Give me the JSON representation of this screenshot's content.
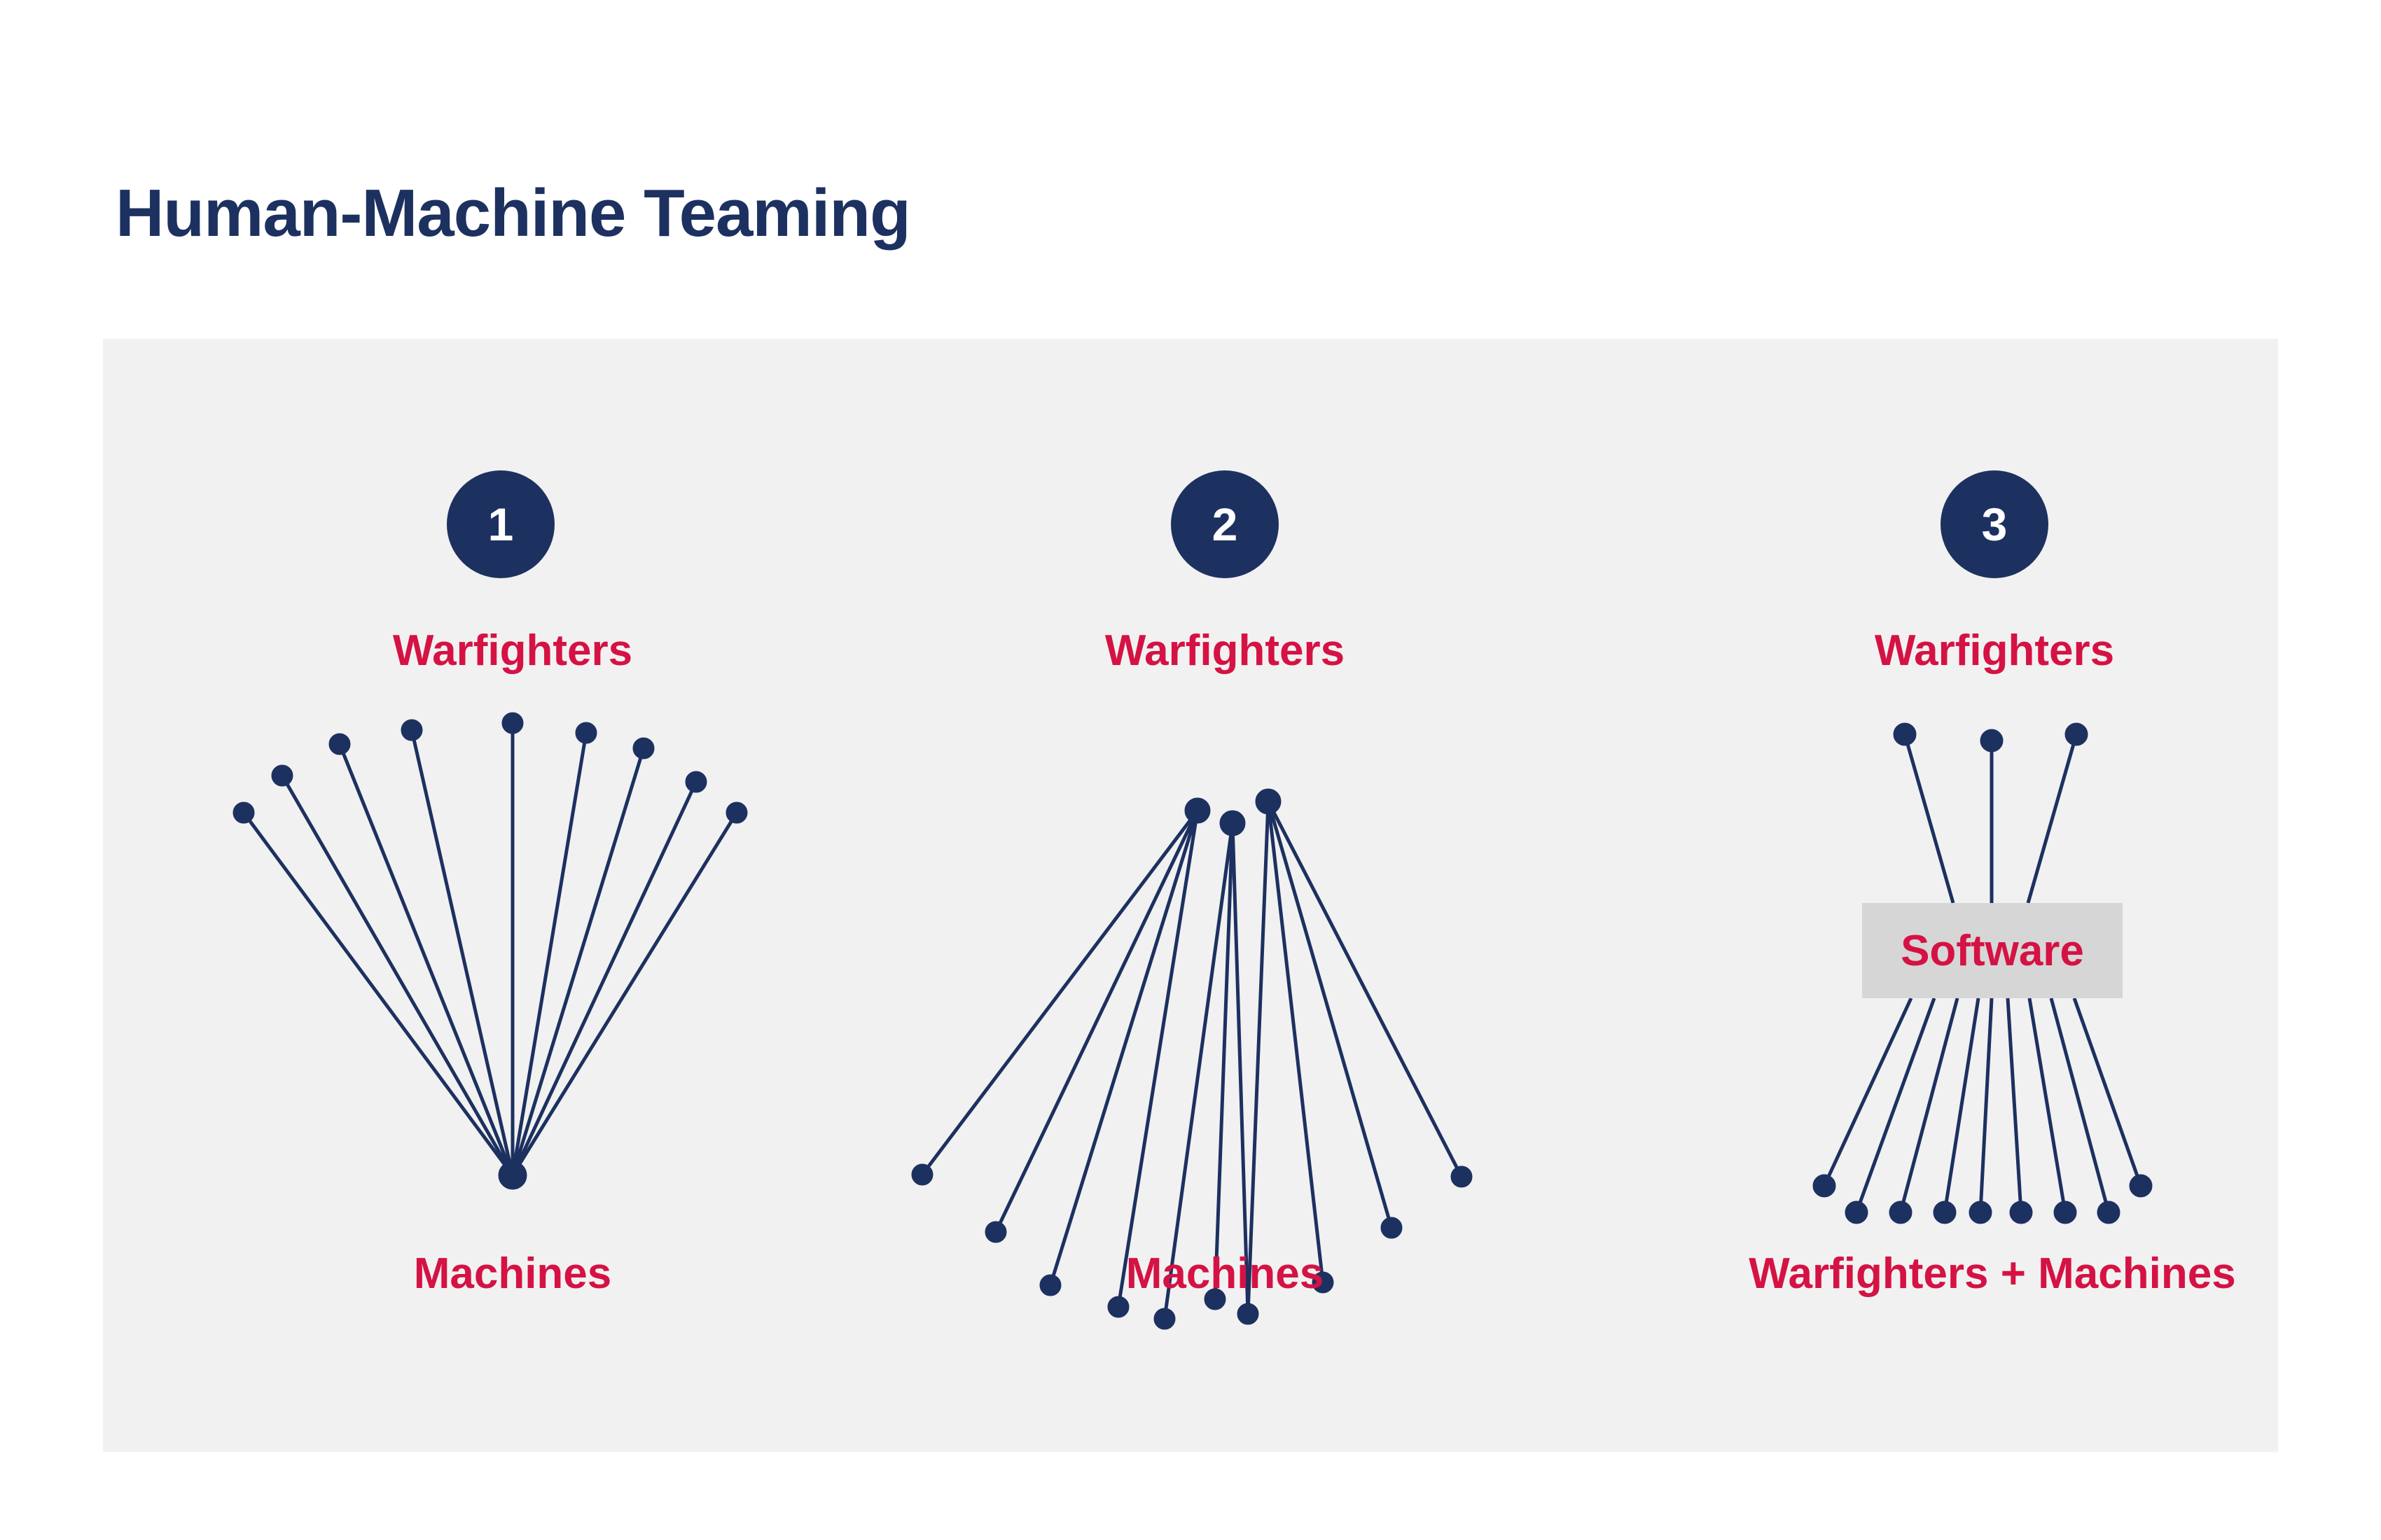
{
  "page": {
    "title": "Human-Machine Teaming",
    "background_color": "#ffffff",
    "panel_background_color": "#f1f1f1"
  },
  "colors": {
    "navy": "#1d3160",
    "crimson": "#d51244",
    "panel_gray": "#f1f1f1",
    "box_gray": "#d6d6d6",
    "badge_text": "#ffffff"
  },
  "columns": [
    {
      "badge": "1",
      "top_label": "Warfighters",
      "bottom_label": "Machines",
      "diagram": {
        "description": "many-to-one fan converging at a single machine node",
        "hub_count": 1,
        "node_count": 9
      }
    },
    {
      "badge": "2",
      "top_label": "Warfighters",
      "bottom_label": "Machines",
      "diagram": {
        "description": "three warfighter hubs each linked to several machines",
        "hub_count": 3,
        "node_count": 10
      }
    },
    {
      "badge": "3",
      "top_label": "Warfighters",
      "bottom_label": "Warfighters + Machines",
      "box_label": "Software",
      "diagram": {
        "description": "warfighters and machines mediated by a software layer",
        "top_node_count": 3,
        "bottom_node_count": 9
      }
    }
  ]
}
